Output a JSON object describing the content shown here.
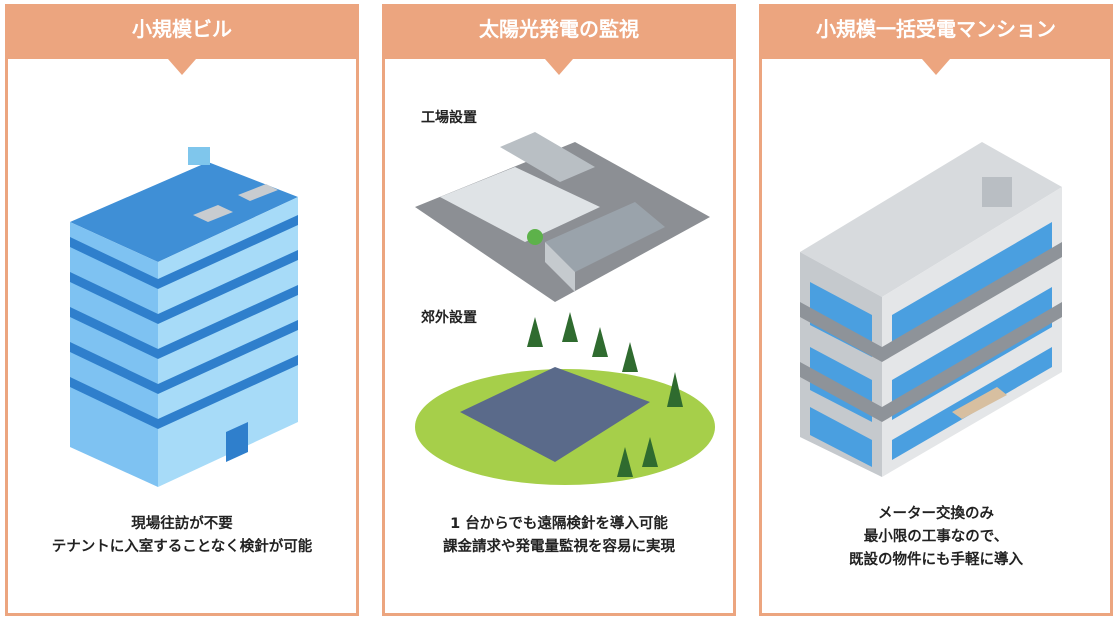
{
  "cards": [
    {
      "title": "小規模ビル",
      "lines": [
        "現場往訪が不要",
        "テナントに入室することなく検針が可能"
      ]
    },
    {
      "title": "太陽光発電の監視",
      "labels": [
        "工場設置",
        "郊外設置"
      ],
      "lines": [
        "1 台からでも遠隔検針を導入可能",
        "課金請求や発電量監視を容易に実現"
      ]
    },
    {
      "title": "小規模一括受電マンション",
      "lines": [
        "メーター交換のみ",
        "最小限の工事なので、",
        "既設の物件にも手軽に導入"
      ]
    }
  ],
  "colors": {
    "accent": "#eca57f",
    "building_blue": "#4a9fe0",
    "grass": "#a6cf4a"
  }
}
